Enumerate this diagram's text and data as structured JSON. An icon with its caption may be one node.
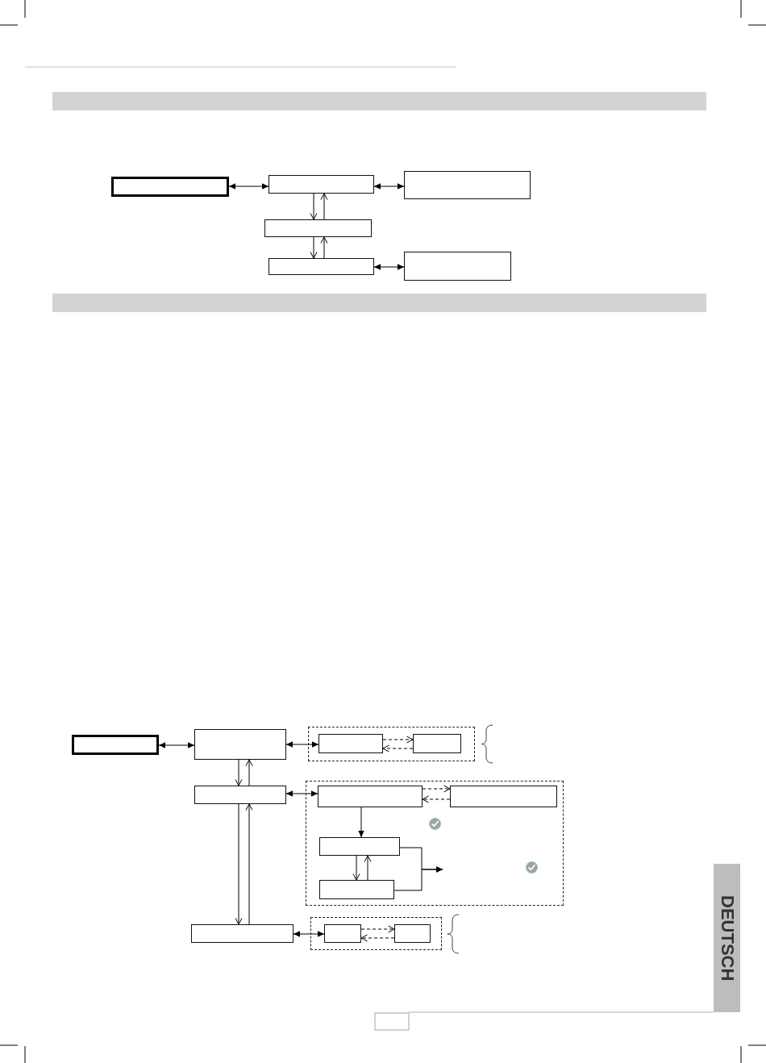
{
  "diagram": {
    "nodes": [
      {
        "text": [],
        "shape": "bar"
      },
      {
        "text": [],
        "shape": "box"
      },
      {
        "text": [],
        "shape": "box"
      },
      {
        "text": [],
        "shape": "box"
      },
      {
        "text": [],
        "shape": "box"
      },
      {
        "text": [],
        "shape": "box"
      },
      {
        "text": [],
        "shape": "box"
      },
      {
        "text": [],
        "shape": "bar"
      },
      {
        "text": [],
        "shape": "box"
      },
      {
        "text": [],
        "shape": "box"
      },
      {
        "text": [],
        "shape": "box"
      },
      {
        "text": [],
        "shape": "box",
        "in": 10
      },
      {
        "text": [],
        "shape": "box",
        "in": 10
      },
      {
        "text": [],
        "shape": "box"
      },
      {
        "text": [],
        "shape": "box"
      },
      {
        "text": [],
        "shape": "box",
        "in": 14
      },
      {
        "text": [],
        "shape": "box",
        "in": 14
      },
      {
        "text": [],
        "shape": "box",
        "in": 14
      },
      {
        "text": [],
        "shape": "box",
        "in": 14
      },
      {
        "text": [],
        "shape": "box"
      },
      {
        "text": [],
        "shape": "box"
      },
      {
        "text": [],
        "shape": "box",
        "in": 20
      },
      {
        "text": [],
        "shape": "box",
        "in": 20
      },
      {
        "text": [
          "DEUTSCH"
        ]
      }
    ],
    "edges": [
      {
        "from": 1,
        "to": 2,
        "arrow": "both"
      },
      {
        "from": 2,
        "to": 3,
        "arrow": "both"
      },
      {
        "from": 2,
        "to": 4,
        "arrow": "to"
      },
      {
        "from": 4,
        "to": 2,
        "arrow": "to"
      },
      {
        "from": 4,
        "to": 5,
        "arrow": "to"
      },
      {
        "from": 5,
        "to": 4,
        "arrow": "to"
      },
      {
        "from": 5,
        "to": 6,
        "arrow": "both"
      },
      {
        "from": 8,
        "to": 9,
        "arrow": "both"
      },
      {
        "from": 9,
        "to": 11,
        "arrow": "both"
      },
      {
        "from": 11,
        "to": 12,
        "arrow": "to",
        "style": "dashed"
      },
      {
        "from": 12,
        "to": 11,
        "arrow": "to",
        "style": "dashed"
      },
      {
        "from": 9,
        "to": 13,
        "arrow": "to"
      },
      {
        "from": 13,
        "to": 9,
        "arrow": "to"
      },
      {
        "from": 13,
        "to": 15,
        "arrow": "both"
      },
      {
        "from": 15,
        "to": 16,
        "arrow": "to",
        "style": "dashed"
      },
      {
        "from": 16,
        "to": 15,
        "arrow": "to",
        "style": "dashed"
      },
      {
        "from": 15,
        "to": 17,
        "arrow": "to"
      },
      {
        "from": 17,
        "to": 18,
        "arrow": "to"
      },
      {
        "from": 18,
        "to": 17,
        "arrow": "to"
      },
      {
        "from": 17,
        "to": null,
        "arrow": "to"
      },
      {
        "from": 18,
        "to": null,
        "arrow": "to"
      },
      {
        "from": 13,
        "to": 19,
        "arrow": "to"
      },
      {
        "from": 19,
        "to": 13,
        "arrow": "to"
      },
      {
        "from": 19,
        "to": 21,
        "arrow": "both"
      },
      {
        "from": 21,
        "to": 22,
        "arrow": "to",
        "style": "dashed"
      },
      {
        "from": 22,
        "to": 21,
        "arrow": "to",
        "style": "dashed"
      }
    ]
  }
}
